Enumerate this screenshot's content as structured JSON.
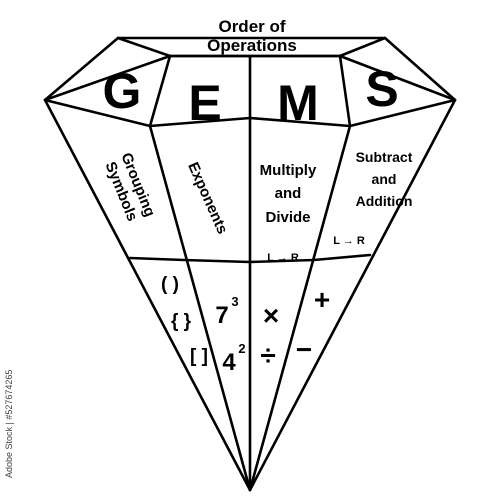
{
  "title": {
    "line1": "Order of",
    "line2": "Operations"
  },
  "letters": [
    "G",
    "E",
    "M",
    "S"
  ],
  "categories": {
    "grouping": {
      "line1": "Grouping",
      "line2": "Symbols"
    },
    "exponents": {
      "line1": "Exponents"
    },
    "multiply": {
      "line1": "Multiply",
      "line2": "and",
      "line3": "Divide",
      "direction": "L → R"
    },
    "subtract": {
      "line1": "Subtract",
      "line2": "and",
      "line3": "Addition",
      "direction": "L → R"
    }
  },
  "examples": {
    "grouping": [
      "( )",
      "{ }",
      "[ ]"
    ],
    "exponents": {
      "base1": "7",
      "exp1": "3",
      "base2": "4",
      "exp2": "2"
    },
    "multiply": [
      "×",
      "÷"
    ],
    "subtract": [
      "+",
      "−"
    ]
  },
  "side_text": "Adobe Stock | #527674265"
}
